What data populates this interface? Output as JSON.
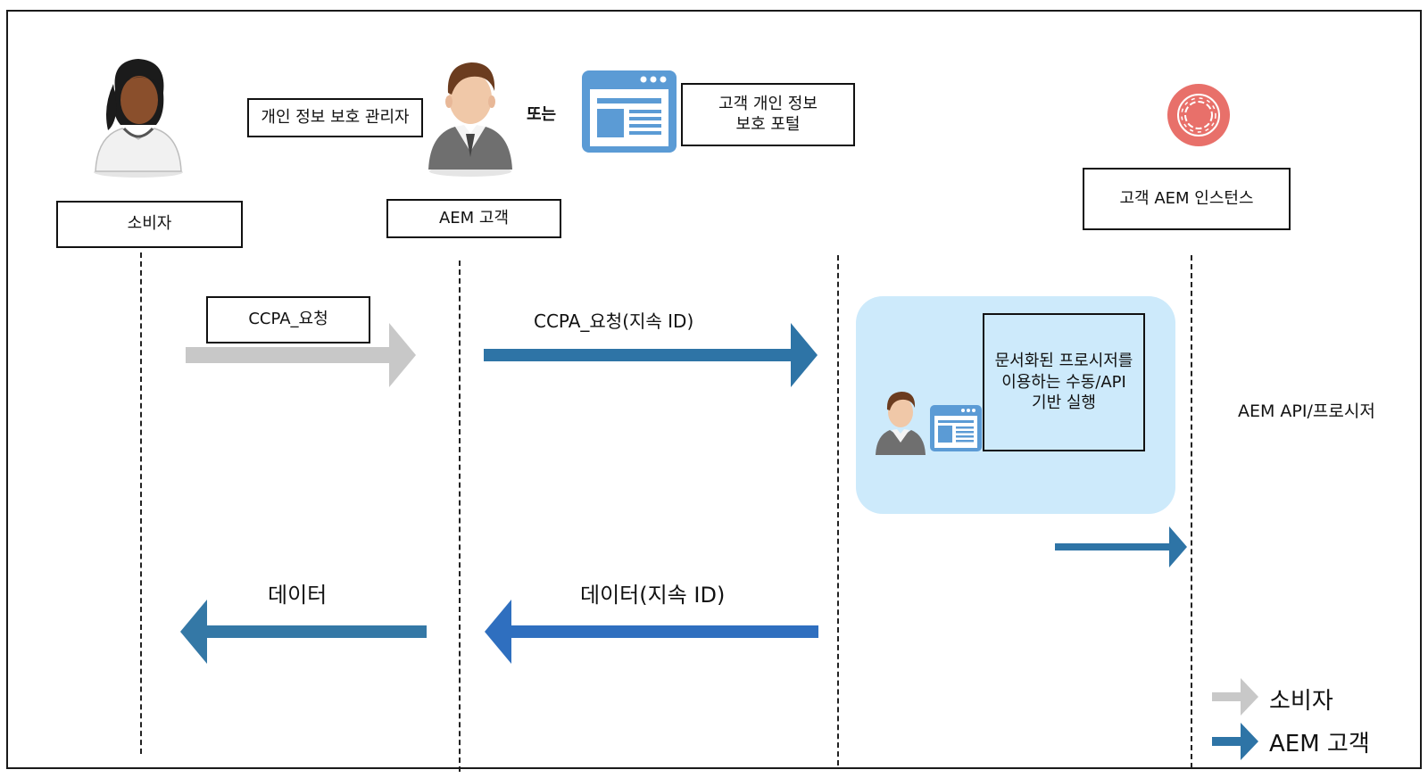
{
  "actors": {
    "consumer": "소비자",
    "aem_customer": "AEM 고객",
    "customer_aem_instance": "고객 AEM 인스턴스"
  },
  "privacy_admin": "개인 정보 보호 관리자",
  "or_label": "또는",
  "privacy_portal": [
    "고객 개인 정보",
    "보호 포털"
  ],
  "messages": {
    "ccpa_request": "CCPA_요청",
    "ccpa_request_persistent": "CCPA_요청(지속 ID)",
    "data": "데이터",
    "data_persistent": "데이터(지속 ID)"
  },
  "execution_box": [
    "문서화된 프로시저를",
    "이용하는 수동/API",
    "기반 실행"
  ],
  "aem_api_label": "AEM API/프로시저",
  "legend": {
    "consumer": "소비자",
    "aem_customer": "AEM 고객"
  },
  "colors": {
    "consumer_arrow": "#c8c8c8",
    "aem_arrow": "#2e74a6",
    "return_arrow_left": "#3478a6",
    "return_arrow_mid": "#2f6fbf",
    "panel": "#cdeafb",
    "adobe_logo": "#e8706a"
  },
  "icons": [
    "consumer-person-icon",
    "admin-person-icon",
    "portal-window-icon",
    "adobe-experience-cloud-icon",
    "operator-person-icon",
    "small-portal-window-icon"
  ]
}
